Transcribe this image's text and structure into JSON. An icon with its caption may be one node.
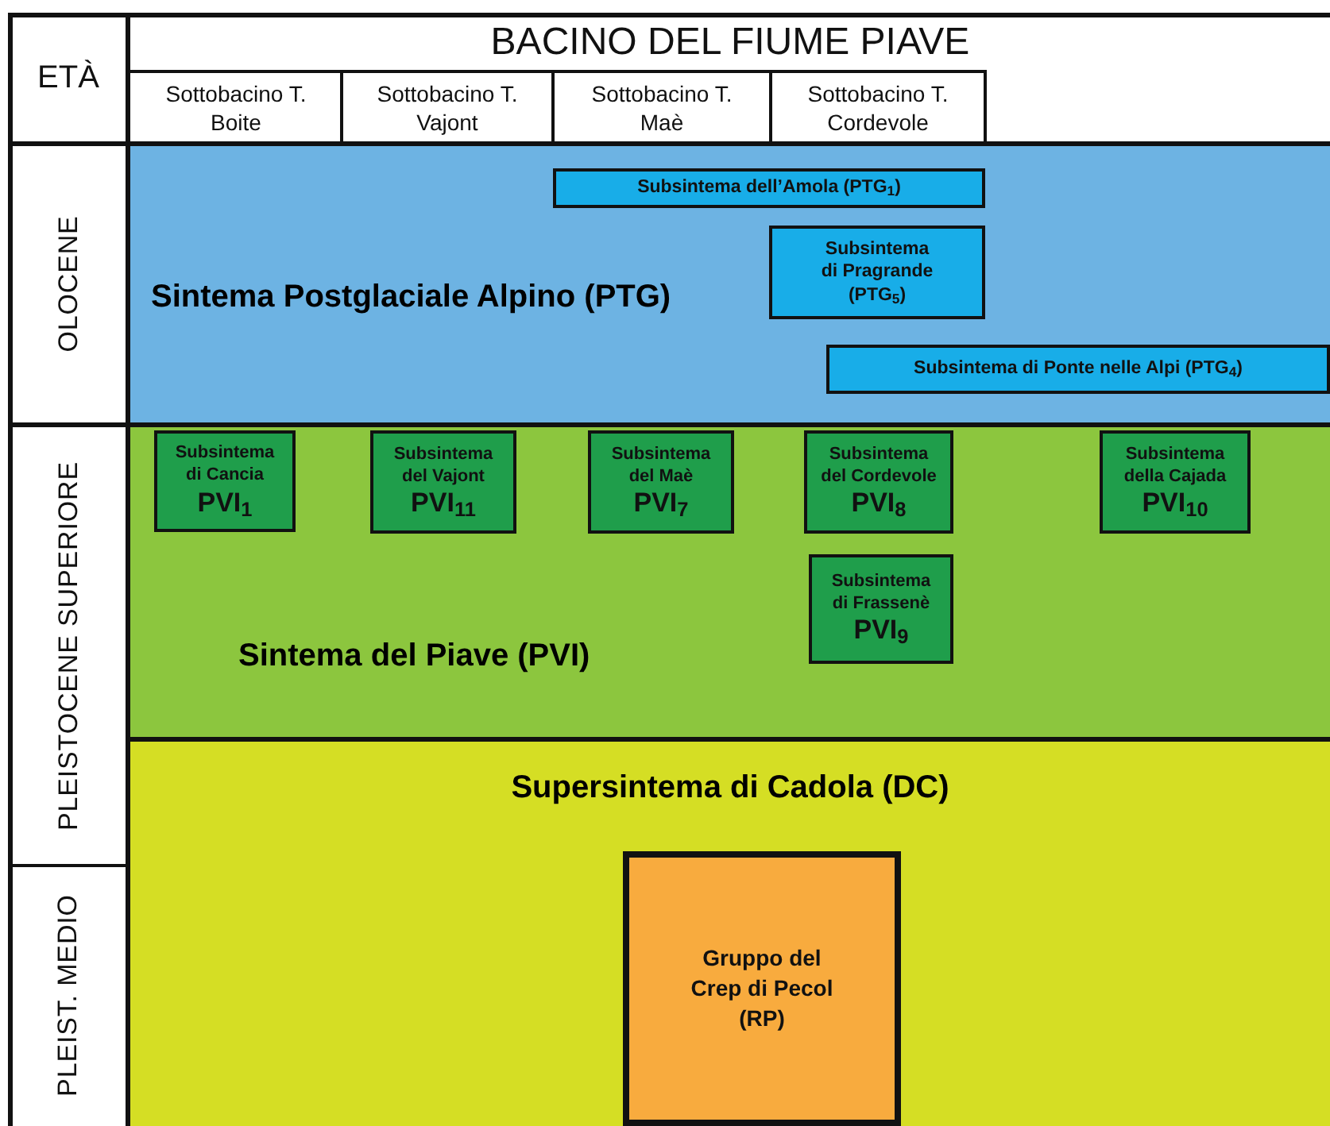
{
  "diagram": {
    "nodes": [
      {
        "text": [
          "Sintema Postglaciale Alpino (PTG)"
        ]
      },
      {
        "text": [
          "Subsintema dell’Amola (PTG$_{1}$)"
        ],
        "in": 0
      },
      {
        "text": [
          "Subsintema di Pragrande (PTG$_{5}$)"
        ],
        "in": 0
      },
      {
        "text": [
          "Subsintema di Ponte nelle Alpi (PTG$_{4}$)"
        ],
        "in": 0
      },
      {
        "text": [
          "Sintema del Piave (PVI)"
        ]
      },
      {
        "text": [
          "Subsintema di Cancia",
          "PVI$_{1}$"
        ],
        "in": 4
      },
      {
        "text": [
          "Subsintema del Vajont",
          "PVI$_{11}$"
        ],
        "in": 4
      },
      {
        "text": [
          "Subsintema del Maè",
          "PVI$_{7}$"
        ],
        "in": 4
      },
      {
        "text": [
          "Subsintema del Cordevole",
          "PVI$_{8}$"
        ],
        "in": 4
      },
      {
        "text": [
          "Subsintema della Cajada",
          "PVI$_{10}$"
        ],
        "in": 4
      },
      {
        "text": [
          "Subsintema di Frassenè",
          "PVI$_{9}$"
        ],
        "in": 4
      },
      {
        "text": [
          "Supersintema di Cadola (DC)"
        ]
      },
      {
        "text": [
          "Gruppo del Crep di Pecol (RP)"
        ],
        "in": 11
      }
    ],
    "labels": [
      "ETÀ",
      "BACINO DEL FIUME PIAVE",
      "Sottobacino T. Boite",
      "Sottobacino T. Vajont",
      "Sottobacino T. Maè",
      "Sottobacino T. Cordevole",
      "OLOCENE",
      "PLEISTOCENE SUPERIORE",
      "PLEIST. MEDIO"
    ]
  }
}
